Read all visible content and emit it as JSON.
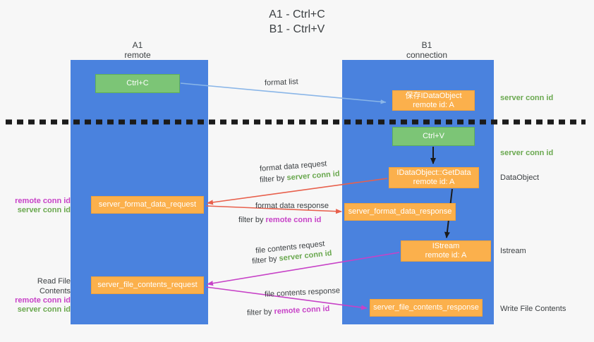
{
  "diagram": {
    "title": "A1 - Ctrl+C\nB1 - Ctrl+V",
    "lanes": [
      {
        "id": "a1",
        "name": "A1\nremote"
      },
      {
        "id": "b1",
        "name": "B1\nconnection"
      }
    ],
    "boxes": {
      "ctrl_c": "Ctrl+C",
      "data_object": "保存IDataObject\nremote id: A",
      "ctrl_v": "Ctrl+V",
      "get_data": "IDataObject::GetData\nremote id: A",
      "istream": "IStream\nremote id: A",
      "server_format_data_request": "server_format_data_request",
      "server_format_data_response": "server_format_data_response",
      "server_file_contents_request": "server_file_contents_request",
      "server_file_contents_response": "server_file_contents_response"
    },
    "edge_labels": {
      "format_list": "format list",
      "format_data_request": "format data request",
      "format_data_request_filter_prefix": "filter by ",
      "format_data_request_filter_value": "server conn id",
      "format_data_response": "format data response",
      "format_data_response_filter_prefix": "filter by ",
      "format_data_response_filter_value": "remote conn id",
      "file_contents_request": "file contents request",
      "file_contents_request_filter_prefix": "filter by ",
      "file_contents_request_filter_value": "server conn id",
      "file_contents_response": "file contents response",
      "file_contents_response_filter_prefix": "filter by ",
      "file_contents_response_filter_value": "remote conn id"
    },
    "right_annotations": {
      "server_conn_id_top": "server conn id",
      "server_conn_id_mid": "server conn id",
      "data_object": "DataObject",
      "istream": "Istream",
      "write_file_contents": "Write File Contents"
    },
    "left_annotations": {
      "read_file_contents": "Read File Contents",
      "remote_conn_id_a": "remote conn id",
      "server_conn_id_a": "server conn id",
      "remote_conn_id_b": "remote conn id",
      "server_conn_id_b": "server conn id"
    },
    "colors": {
      "lane_blue": "#4a82de",
      "box_green": "#7cc576",
      "box_orange": "#fbb04c",
      "accent_green_text": "#6aa84f",
      "accent_magenta_text": "#c742c7",
      "arrow_light_blue": "#8ab6e8",
      "arrow_red": "#e8604c",
      "arrow_magenta": "#c742c7",
      "arrow_black": "#1b1b1b",
      "background": "#f7f7f7"
    }
  }
}
